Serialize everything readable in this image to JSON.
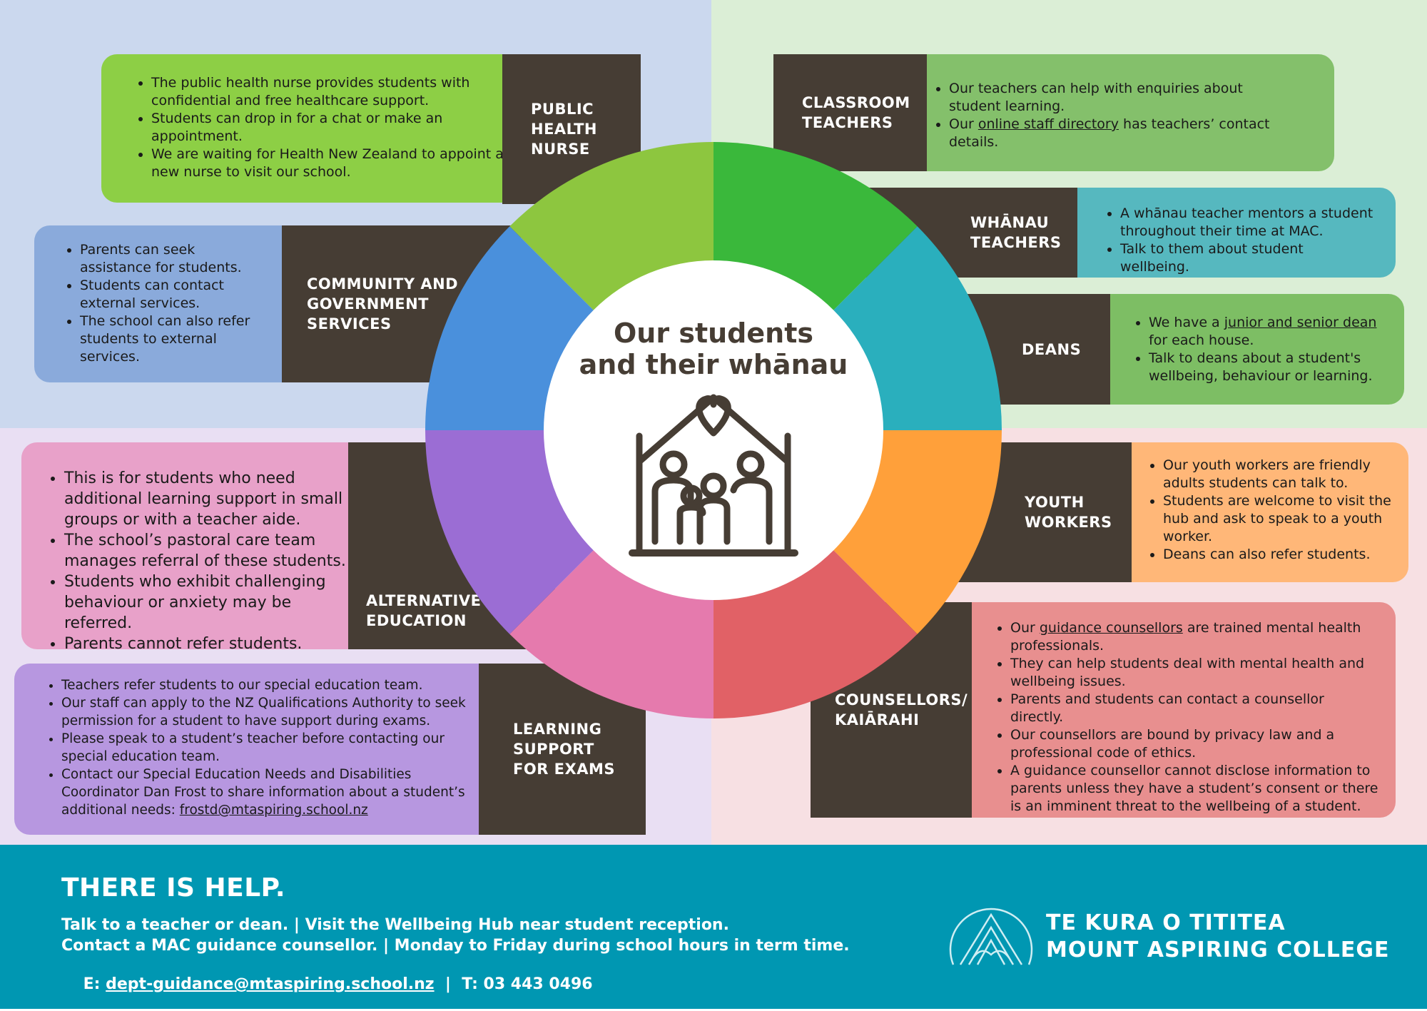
{
  "colors": {
    "bg_tl": "#cbd8ee",
    "bg_tr": "#dbeed6",
    "bg_bl": "#e9dff3",
    "bg_br": "#f7e0e3",
    "label_bg": "#463d34",
    "footer_bg": "#0097b2"
  },
  "center": {
    "title_line1": "Our students",
    "title_line2": "and their whānau",
    "icon": "family-house-heart-icon"
  },
  "public_health_nurse": {
    "label": "PUBLIC\nHEALTH\nNURSE",
    "bullets": [
      "The public health nurse provides students with confidential and free healthcare support.",
      "Students can drop in for a chat or make an appointment.",
      "We are waiting for Health New Zealand to appoint a new nurse to visit our school."
    ]
  },
  "classroom_teachers": {
    "label": "CLASSROOM\nTEACHERS",
    "bullet1": "Our teachers can help with enquiries about student learning.",
    "bullet2_pre": "Our ",
    "bullet2_link": "online staff directory",
    "bullet2_post": " has teachers’ contact details."
  },
  "whanau_teachers": {
    "label": "WHĀNAU\nTEACHERS",
    "bullets": [
      "A whānau teacher mentors a student throughout their time at MAC.",
      "Talk to them about student wellbeing."
    ]
  },
  "deans": {
    "label": "DEANS",
    "bullet1_pre": "We have a ",
    "bullet1_link": "junior and senior dean",
    "bullet1_post": " for each house.",
    "bullet2": "Talk to deans about a student's wellbeing, behaviour or learning."
  },
  "community": {
    "label": "COMMUNITY AND\nGOVERNMENT\nSERVICES",
    "bullets": [
      "Parents can seek assistance for students.",
      "Students can contact external services.",
      "The school can also refer students to external services."
    ]
  },
  "alternative_education": {
    "label": "ALTERNATIVE\nEDUCATION",
    "bullets": [
      "This is for students who need additional learning support in small groups or with a teacher aide.",
      "The school’s pastoral care team manages referral of these students.",
      "Students who exhibit challenging behaviour or anxiety may be referred.",
      "Parents cannot refer students."
    ]
  },
  "youth_workers": {
    "label": "YOUTH\nWORKERS",
    "bullets": [
      "Our youth workers are friendly adults students can talk to.",
      "Students are welcome to visit the hub and ask to speak to a youth worker.",
      "Deans can also refer students."
    ]
  },
  "learning_support": {
    "label": "LEARNING\nSUPPORT\nFOR EXAMS",
    "bullet1": "Teachers refer students to our special education team.",
    "bullet2": "Our staff can apply to the NZ Qualifications Authority to seek permission for a student to have support during exams.",
    "bullet3": "Please speak to a student’s teacher before contacting our special education team.",
    "bullet4_pre": "Contact our Special Education Needs and Disabilities Coordinator Dan Frost to share information about a student’s additional needs: ",
    "bullet4_link": "frostd@mtaspiring.school.nz"
  },
  "counsellors": {
    "label": "COUNSELLORS/\nKAIĀRAHI",
    "bullet1_pre": "Our ",
    "bullet1_link": "guidance counsellors",
    "bullet1_post": " are trained mental health professionals.",
    "bullet2": "They can help students deal with mental health and wellbeing issues.",
    "bullet3": "Parents and students can contact a counsellor directly.",
    "bullet4": "Our counsellors are bound by privacy law and a professional code of ethics.",
    "bullet5": "A guidance counsellor cannot disclose information to parents unless they have a student’s consent or there is an imminent threat to the wellbeing of a student."
  },
  "footer": {
    "heading": "THERE IS HELP.",
    "line1": "Talk to a teacher or dean.  |  Visit the Wellbeing Hub near student reception.",
    "line2": "Contact a MAC guidance counsellor.  |  Monday to Friday during school hours in term time.",
    "line3_pre": "E: ",
    "line3_email": "dept-guidance@mtaspiring.school.nz",
    "line3_post": "  |  T: 03 443 0496",
    "school_line1": "TE KURA O TITITEA",
    "school_line2": "MOUNT ASPIRING COLLEGE",
    "logo_icon": "mountain-logo-icon"
  }
}
